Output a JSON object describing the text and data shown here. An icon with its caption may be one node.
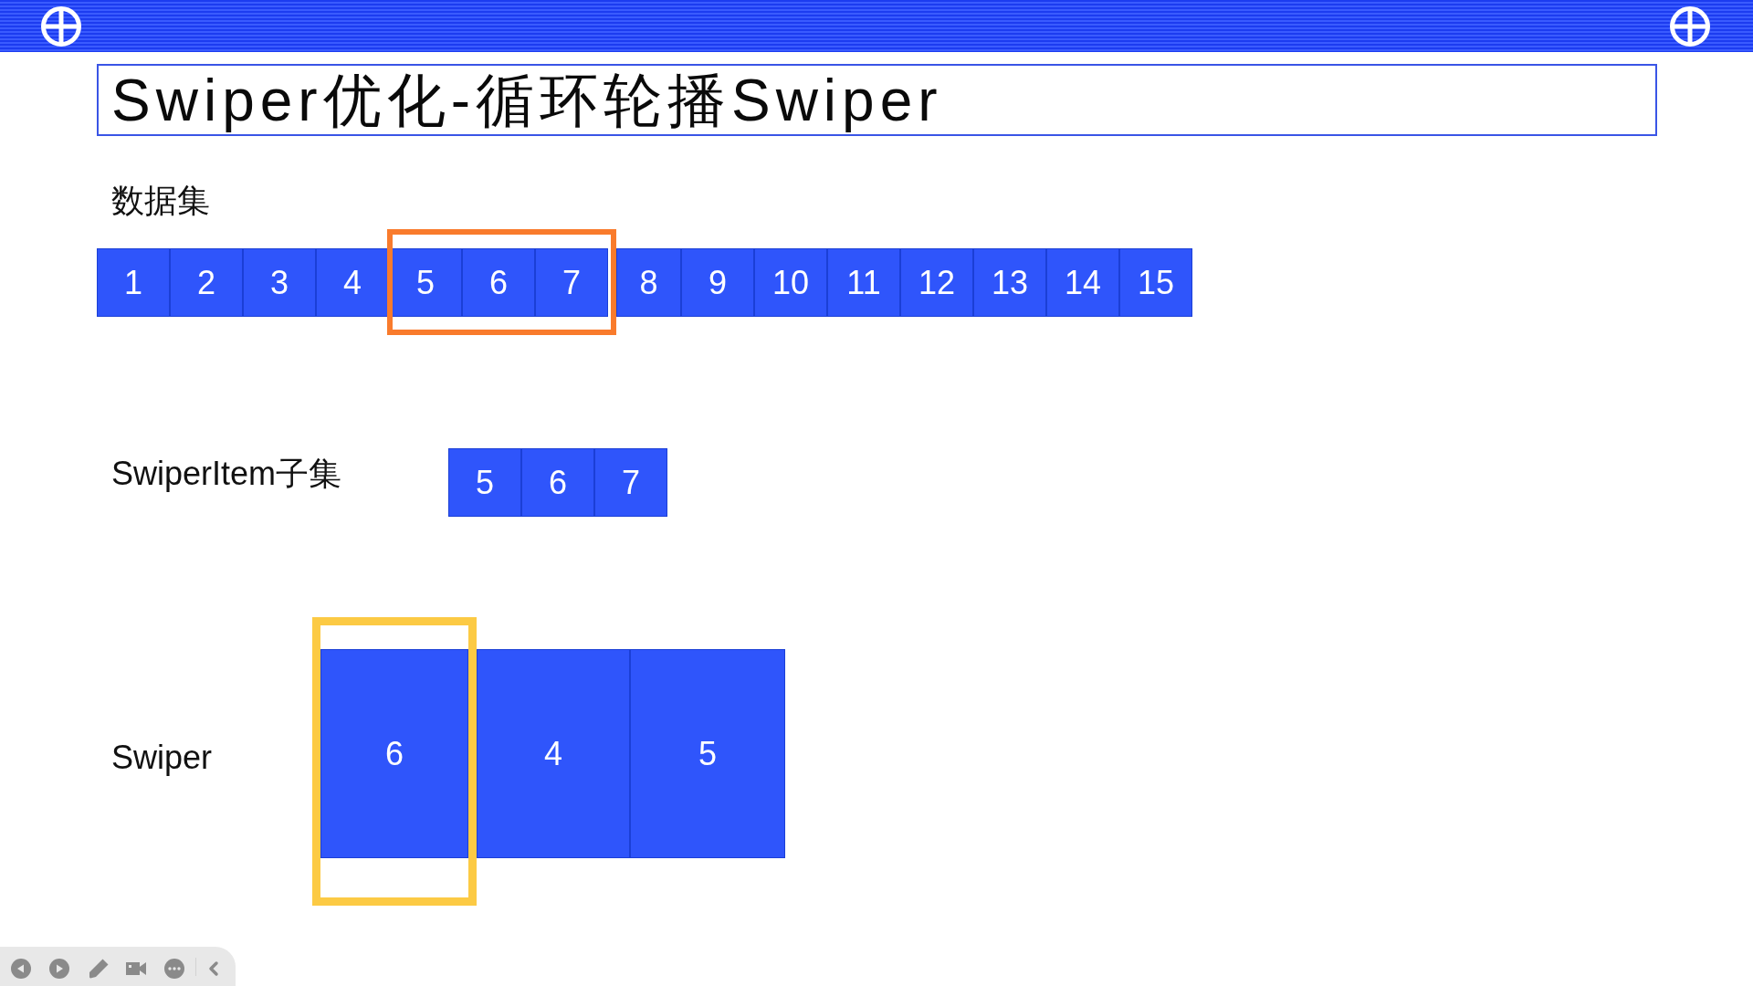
{
  "diagram": {
    "title": "Swiper优化-循环轮播Swiper",
    "nodes": [
      {
        "text": [
          "1"
        ]
      },
      {
        "text": [
          "2"
        ]
      },
      {
        "text": [
          "3"
        ]
      },
      {
        "text": [
          "4"
        ]
      },
      {
        "text": [],
        "shape": "box"
      },
      {
        "text": [
          "5"
        ],
        "in": 4
      },
      {
        "text": [
          "6"
        ],
        "in": 4
      },
      {
        "text": [
          "7"
        ],
        "in": 4
      },
      {
        "text": [
          "8"
        ]
      },
      {
        "text": [
          "9"
        ]
      },
      {
        "text": [
          "10"
        ]
      },
      {
        "text": [
          "11"
        ]
      },
      {
        "text": [
          "12"
        ]
      },
      {
        "text": [
          "13"
        ]
      },
      {
        "text": [
          "14"
        ]
      },
      {
        "text": [
          "15"
        ]
      },
      {
        "text": [
          "5"
        ]
      },
      {
        "text": [
          "6"
        ]
      },
      {
        "text": [
          "7"
        ]
      },
      {
        "text": [],
        "shape": "box"
      },
      {
        "text": [
          "6"
        ],
        "in": 19
      },
      {
        "text": [
          "4"
        ]
      },
      {
        "text": [
          "5"
        ]
      }
    ],
    "labels": [
      "数据集",
      "SwiperItem子集",
      "Swiper"
    ]
  }
}
